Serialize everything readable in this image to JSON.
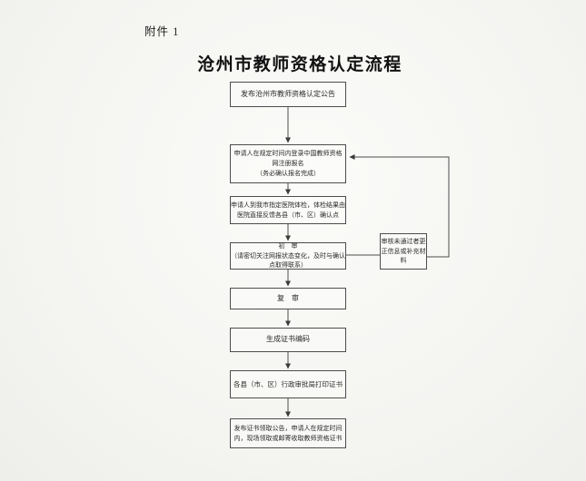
{
  "page": {
    "attachment_label": "附件 1",
    "title": "沧州市教师资格认定流程"
  },
  "flowchart": {
    "boxes": [
      {
        "name": "announcement",
        "lines": [
          "发布沧州市教师资格认定公告"
        ]
      },
      {
        "name": "register",
        "lines": [
          "申请人在规定时间内登录中国教师资格",
          "网注册报名",
          "（务必确认报名完成）"
        ]
      },
      {
        "name": "physical-exam",
        "lines": [
          "申请人到我市指定医院体检，体检结果由",
          "医院直接反馈各县（市、区）确认点"
        ]
      },
      {
        "name": "first-review",
        "lines": [
          "初　审",
          "（请密切关注网报状态变化，及时与确认",
          "点取得联系）"
        ]
      },
      {
        "name": "second-review",
        "lines": [
          "复　审"
        ]
      },
      {
        "name": "generate-code",
        "lines": [
          "生成证书编码"
        ]
      },
      {
        "name": "print-cert",
        "lines": [
          "各县（市、区）行政审批局打印证书"
        ]
      },
      {
        "name": "issue-cert",
        "lines": [
          "发布证书领取公告，申请人在规定时间",
          "内，现场领取或邮寄收取教师资格证书"
        ]
      }
    ],
    "side_box": {
      "lines": [
        "审核未通过者更",
        "正信息或补充材",
        "料"
      ]
    },
    "colors": {
      "line": "#4d4d4d",
      "text": "#2b2b2b",
      "background": "#f4f4f1"
    }
  }
}
